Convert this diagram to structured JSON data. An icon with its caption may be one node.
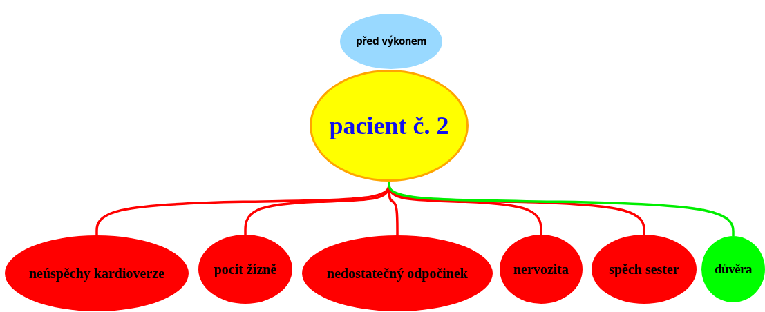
{
  "diagram": {
    "nodes": [
      {
        "text": [
          "před výkonem"
        ]
      },
      {
        "text": [
          "pacient č. 2"
        ]
      },
      {
        "text": [
          "neúspěchy kardioverze"
        ]
      },
      {
        "text": [
          "pocit žízně"
        ]
      },
      {
        "text": [
          "nedostatečný odpočinek"
        ]
      },
      {
        "text": [
          "nervozita"
        ]
      },
      {
        "text": [
          "spěch sester"
        ]
      },
      {
        "text": [
          "důvěra"
        ]
      }
    ],
    "edges": [
      {
        "from": 1,
        "to": 2,
        "arrow": "none"
      },
      {
        "from": 1,
        "to": 3,
        "arrow": "none"
      },
      {
        "from": 1,
        "to": 4,
        "arrow": "none"
      },
      {
        "from": 1,
        "to": 5,
        "arrow": "none"
      },
      {
        "from": 1,
        "to": 6,
        "arrow": "none"
      },
      {
        "from": 1,
        "to": 7,
        "arrow": "none",
        "color": "#00ee00"
      }
    ]
  }
}
